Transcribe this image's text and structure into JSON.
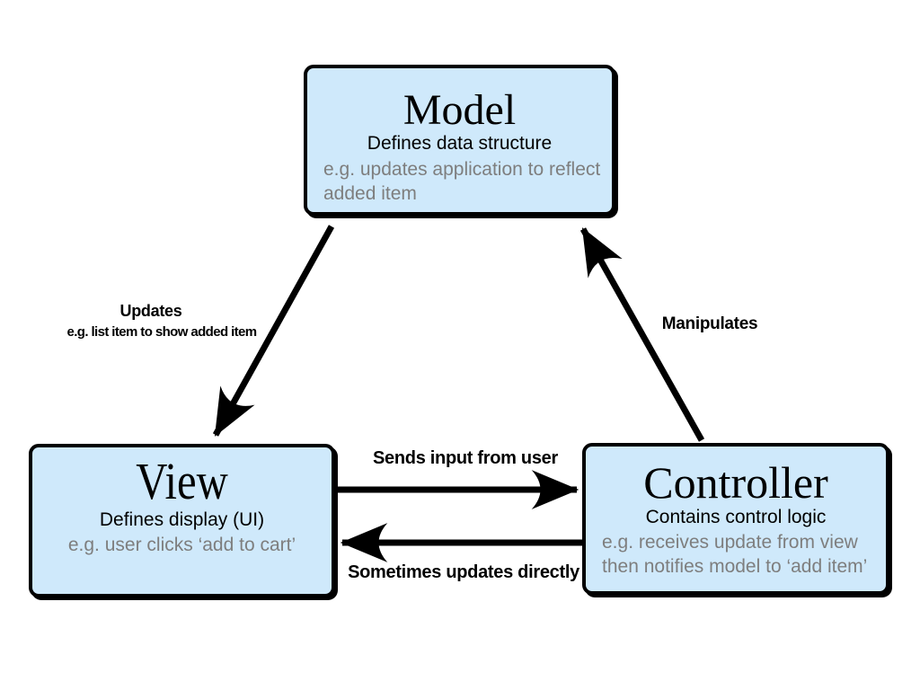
{
  "colors": {
    "background": "#ffffff",
    "box_fill": "#cfe9fb",
    "box_border": "#000000",
    "example_text": "#7e7e7e",
    "arrow": "#000000"
  },
  "boxes": {
    "model": {
      "title": "Model",
      "subtitle": "Defines data structure",
      "example_lines": [
        "e.g. updates application to reflect",
        "added item"
      ]
    },
    "view": {
      "title": "View",
      "subtitle": "Defines display (UI)",
      "example_lines": [
        "e.g. user clicks ‘add to cart’"
      ]
    },
    "controller": {
      "title": "Controller",
      "subtitle": "Contains control logic",
      "example_lines": [
        "e.g. receives update from view",
        "then notifies model to ‘add item’"
      ]
    }
  },
  "arrows": {
    "model_to_view": {
      "label": "Updates",
      "sublabel": "e.g. list item to show added item"
    },
    "controller_to_model": {
      "label": "Manipulates"
    },
    "view_to_controller": {
      "label": "Sends input from user"
    },
    "controller_to_view": {
      "label": "Sometimes updates directly"
    }
  }
}
